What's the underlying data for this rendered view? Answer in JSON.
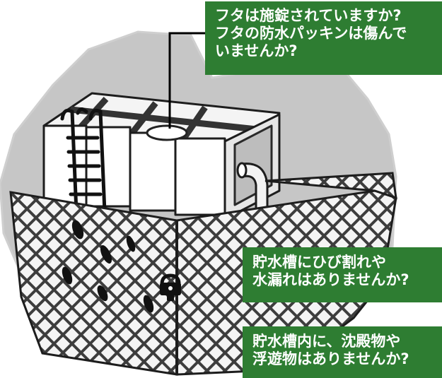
{
  "colors": {
    "callout_bg": "#2e7d32",
    "callout_text": "#ffffff",
    "backdrop": "#c9c9c9",
    "tank_body": "#ffffff",
    "tank_outline": "#222222",
    "tank_frame": "#3a3a3a",
    "fence": "#f2f2f2",
    "ladder": "#111111"
  },
  "callouts": {
    "lid": {
      "lines": [
        "フタは施錠されていますか?",
        "フタの防水パッキンは傷んで",
        "いませんか?"
      ]
    },
    "crack": {
      "lines": [
        "貯水槽にひび割れや",
        "水漏れはありませんか?"
      ]
    },
    "sediment": {
      "lines": [
        "貯水槽内に、沈殿物や",
        "浮遊物はありませんか?"
      ]
    }
  },
  "icons": {
    "padlock": "padlock-icon",
    "manhole": "manhole-lid-icon",
    "ladder": "ladder-icon",
    "pipe": "overflow-pipe-icon"
  }
}
